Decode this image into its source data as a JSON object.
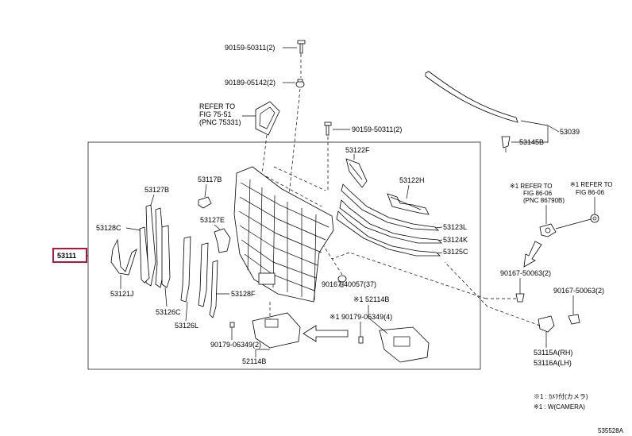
{
  "colors": {
    "highlight": "#b0173a",
    "line": "#000000"
  },
  "parts": {
    "p_90159_top": "90159-50311(2)",
    "p_90189": "90189-05142(2)",
    "refer1_a": "REFER TO",
    "refer1_b": "FIG 75-51",
    "refer1_c": "(PNC 75331)",
    "p_90159_mid": "90159-50311(2)",
    "p_53122F": "53122F",
    "p_53117B": "53117B",
    "p_53127B": "53127B",
    "p_53122H": "53122H",
    "p_53127E": "53127E",
    "p_53128C": "53128C",
    "p_53123L": "53123L",
    "p_53124K": "53124K",
    "p_53125C": "53125C",
    "p_53111": "53111",
    "p_53121J": "53121J",
    "p_53126C": "53126C",
    "p_53128F": "53128F",
    "p_53126L": "53126L",
    "p_90167_37": "90167-40057(37)",
    "p_52114B_top": "※1 52114B",
    "p_90179_right": "※1 90179-06349(4)",
    "p_90179_left": "90179-06349(2)",
    "p_52114B_bottom": "52114B",
    "p_53039": "53039",
    "p_53145B": "53145B",
    "refer2_a": "※1 REFER TO",
    "refer2_b": "FIG 86-06",
    "refer2_c": "(PNC 86790B)",
    "refer3_a": "※1 REFER TO",
    "refer3_b": "FIG 86-06",
    "p_90167_2_left": "90167-50063(2)",
    "p_90167_2_right": "90167-50063(2)",
    "p_53115A": "53115A(RH)",
    "p_53116A": "53116A(LH)",
    "note1": "※1 : ｶﾒﾗ付(カメラ)",
    "note2": "※1 : W(CAMERA)",
    "fig_id": "535528A"
  }
}
